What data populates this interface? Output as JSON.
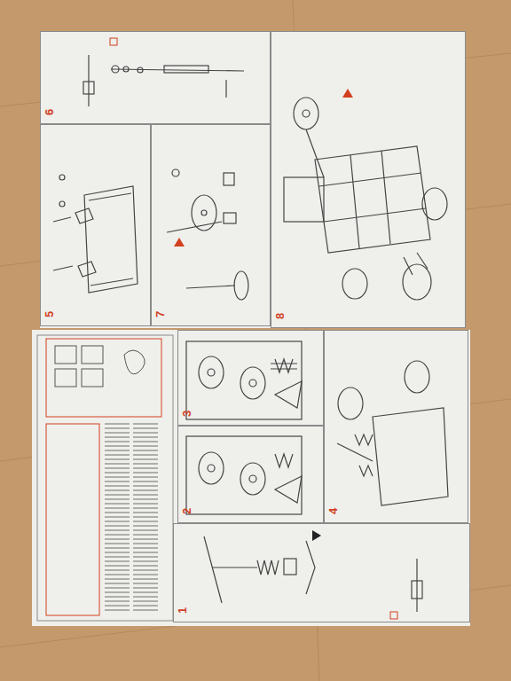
{
  "diagram": {
    "nodes": [
      {
        "text": [
          "6"
        ]
      },
      {
        "text": [
          "5"
        ]
      },
      {
        "text": [
          "7"
        ]
      },
      {
        "text": [
          "8"
        ]
      },
      {
        "text": [
          "3"
        ]
      },
      {
        "text": [
          "2"
        ]
      },
      {
        "text": [
          "1"
        ]
      },
      {
        "text": [
          "4"
        ]
      }
    ]
  }
}
